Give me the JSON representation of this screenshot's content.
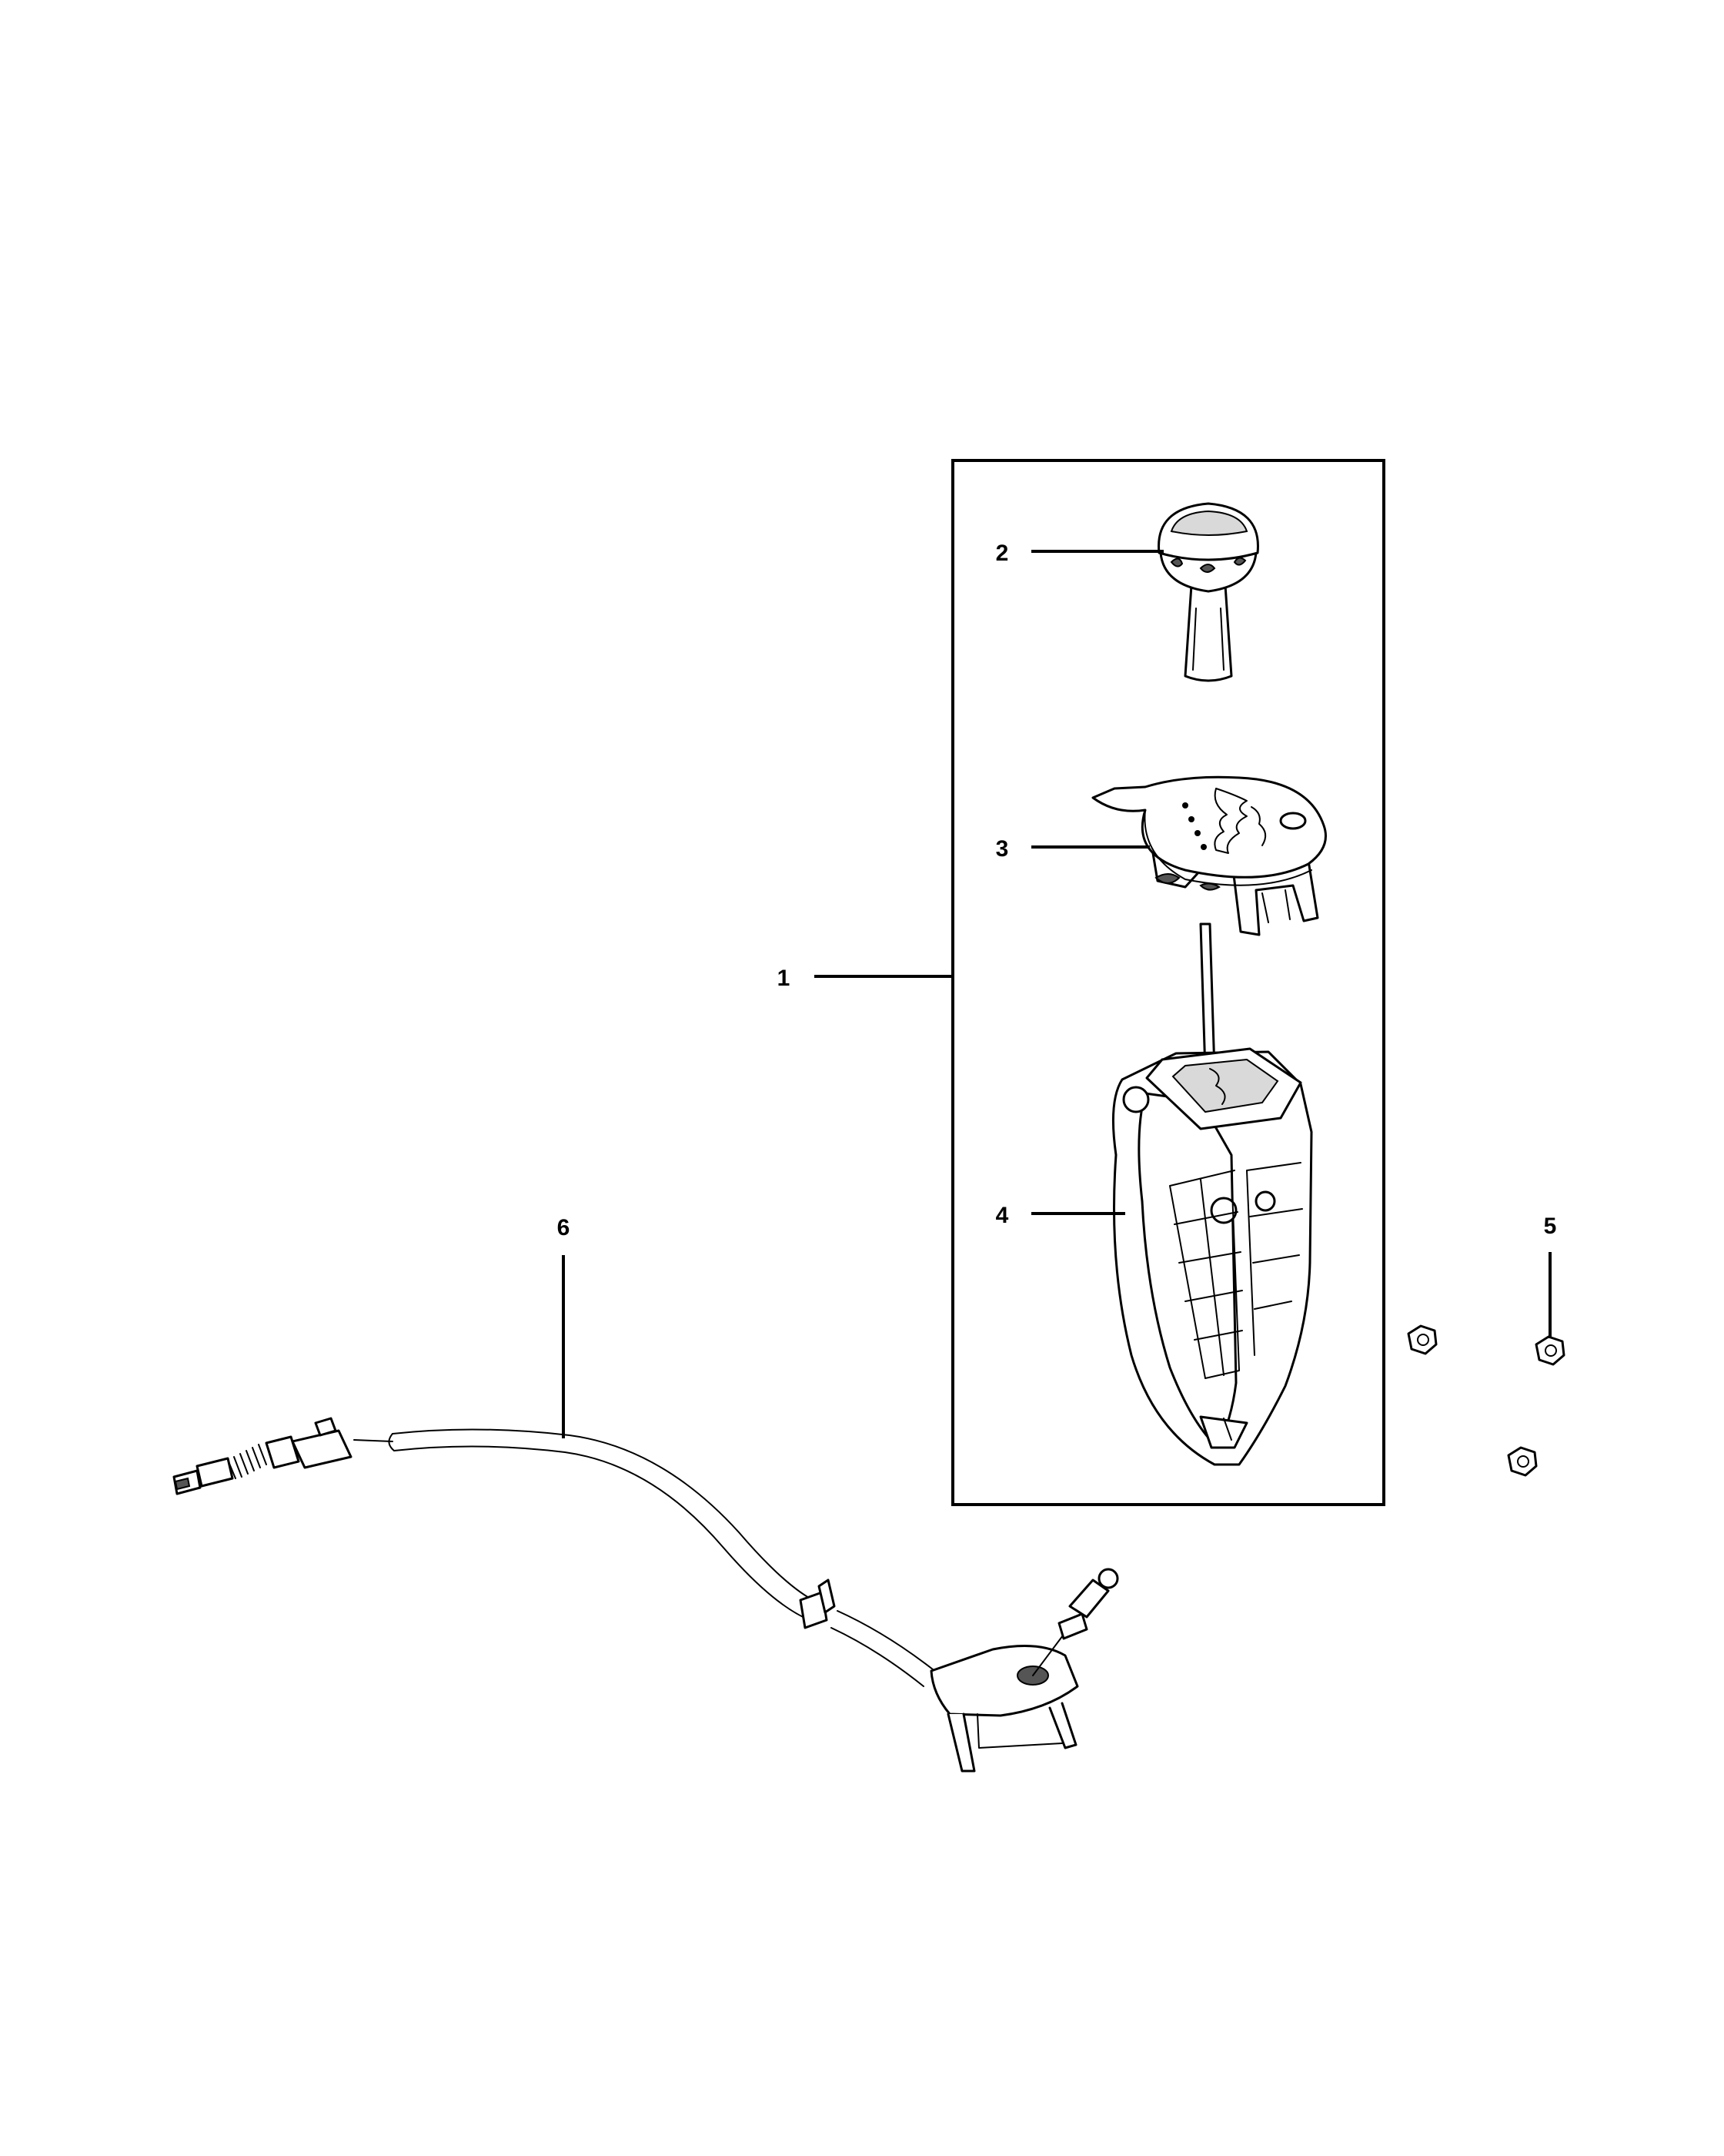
{
  "diagram": {
    "callouts": [
      {
        "id": "1",
        "label": "1"
      },
      {
        "id": "2",
        "label": "2"
      },
      {
        "id": "3",
        "label": "3"
      },
      {
        "id": "4",
        "label": "4"
      },
      {
        "id": "5",
        "label": "5"
      },
      {
        "id": "6",
        "label": "6"
      }
    ],
    "parts": {
      "assembly_box": "shifter-assembly",
      "knob": "shift-knob",
      "bezel": "shift-indicator-bezel",
      "shifter": "shifter-housing",
      "nuts": "hex-nut",
      "cable": "shift-cable"
    }
  }
}
